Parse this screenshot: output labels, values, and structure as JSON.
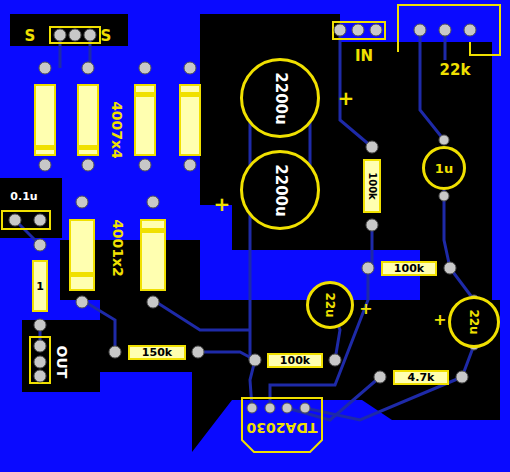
{
  "diagram": {
    "nodes": [
      {
        "text": [
          "2200u"
        ]
      },
      {
        "text": [
          "2200u"
        ]
      },
      {
        "text": [
          "1u"
        ]
      },
      {
        "text": [
          "100k"
        ]
      },
      {
        "text": [
          "100k"
        ]
      },
      {
        "text": [
          "22u"
        ]
      },
      {
        "text": [
          "22u"
        ]
      },
      {
        "text": [
          "1"
        ]
      },
      {
        "text": [
          "150k"
        ]
      },
      {
        "text": [
          "100k"
        ]
      },
      {
        "text": [
          "4.7k"
        ]
      }
    ],
    "labels": [
      "S",
      "S",
      "IN",
      "22k",
      "+",
      "4007x4",
      "0.1u",
      "+",
      "4001x2",
      "+",
      "+",
      "OUT",
      "TDA2030"
    ]
  }
}
